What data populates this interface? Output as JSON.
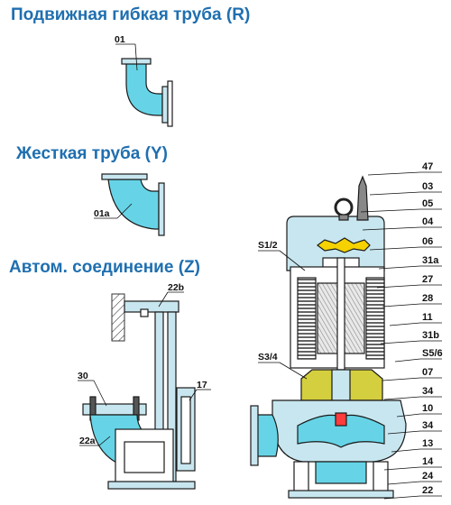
{
  "headings": {
    "flexible": "Подвижная гибкая труба (R)",
    "rigid": "Жесткая труба (Y)",
    "auto": "Автом. соединение (Z)"
  },
  "callouts": {
    "flexible_elbow": "01",
    "rigid_elbow": "01a",
    "bracket_top": "22b",
    "left_30": "30",
    "left_22a": "22a",
    "guide_17": "17",
    "pump_left": [
      "S1/2",
      "S3/4"
    ],
    "pump_right": [
      "47",
      "03",
      "05",
      "04",
      "06",
      "31a",
      "27",
      "28",
      "11",
      "31b",
      "S5/6",
      "07",
      "34",
      "10",
      "34",
      "13",
      "14",
      "24",
      "22"
    ]
  },
  "colors": {
    "heading": "#1f6fb0",
    "water": "#66d4e6",
    "housing": "#c8e6ef",
    "oil": "#d4cf3e",
    "impeller_hub": "#ff3b3b",
    "coupling": "#f5d200"
  },
  "icons": [
    "lifting-ring-icon",
    "cable-gland-icon",
    "float-switch-icon"
  ]
}
